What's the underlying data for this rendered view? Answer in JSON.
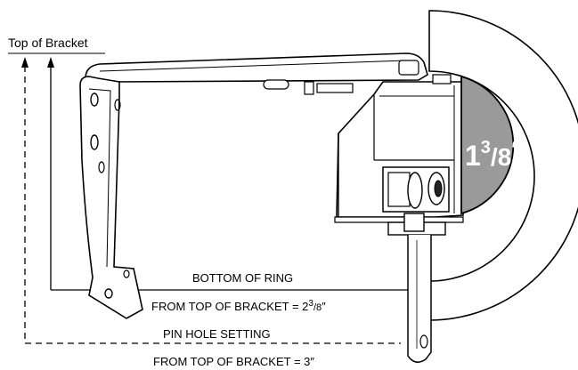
{
  "diagram": {
    "top_label": "Top of Bracket",
    "bottom_ring": {
      "title": "BOTTOM OF RING",
      "value_prefix": "FROM TOP OF BRACKET = 2",
      "value_sup": "3",
      "value_sub": "/8",
      "value_unit": "″"
    },
    "pin_hole": {
      "title": "PIN HOLE SETTING",
      "value": "FROM TOP OF BRACKET = 3″"
    },
    "ring_size": {
      "whole": "1",
      "sup": "3",
      "rest": "/8",
      "unit": "″"
    }
  }
}
